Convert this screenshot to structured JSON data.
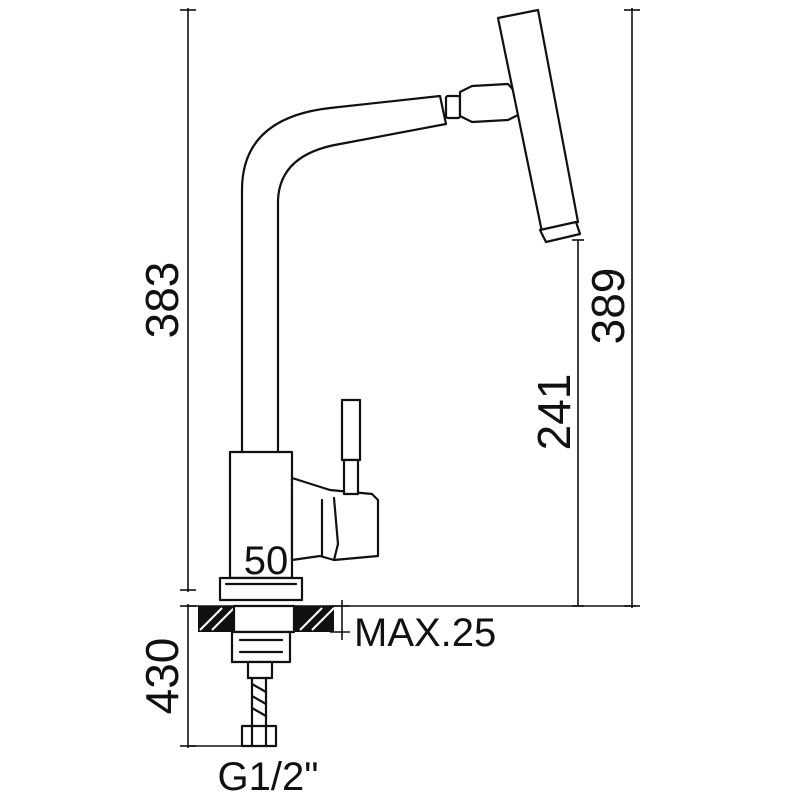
{
  "dimensions": {
    "total_height": "383",
    "spout_height": "389",
    "outlet_height": "241",
    "base_diameter": "50",
    "max_thickness": "MAX.25",
    "hose_length": "430",
    "thread": "G1/2\""
  },
  "colors": {
    "line": "#111111",
    "background": "#ffffff"
  }
}
